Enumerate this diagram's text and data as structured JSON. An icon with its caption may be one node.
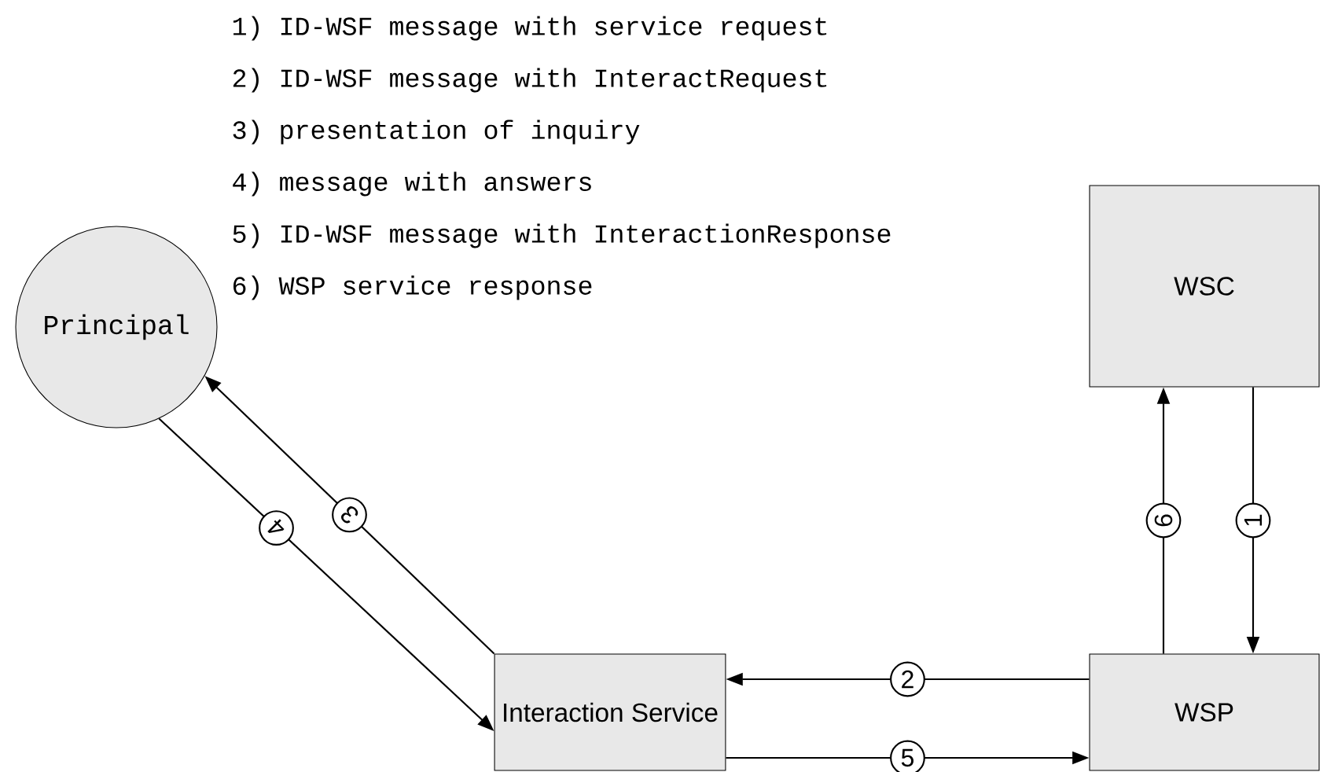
{
  "diagram": {
    "nodes": [
      {
        "text": [
          "Principal"
        ]
      },
      {
        "text": [
          "WSC"
        ]
      },
      {
        "text": [
          "Interaction Service"
        ]
      },
      {
        "text": [
          "WSP"
        ]
      }
    ],
    "edges": [
      {
        "from": 1,
        "to": 3,
        "arrow": "to",
        "label": "1"
      },
      {
        "from": 3,
        "to": 2,
        "arrow": "to",
        "label": "2"
      },
      {
        "from": 2,
        "to": 0,
        "arrow": "to",
        "label": "3"
      },
      {
        "from": 0,
        "to": 2,
        "arrow": "to",
        "label": "4"
      },
      {
        "from": 2,
        "to": 3,
        "arrow": "to",
        "label": "5"
      },
      {
        "from": 3,
        "to": 1,
        "arrow": "to",
        "label": "6"
      }
    ],
    "labels": [
      "1) ID-WSF message with service request",
      "2) ID-WSF message with InteractRequest",
      "3) presentation of inquiry",
      "4) message with answers",
      "5) ID-WSF message with InteractionResponse",
      "6) WSP service response"
    ]
  }
}
